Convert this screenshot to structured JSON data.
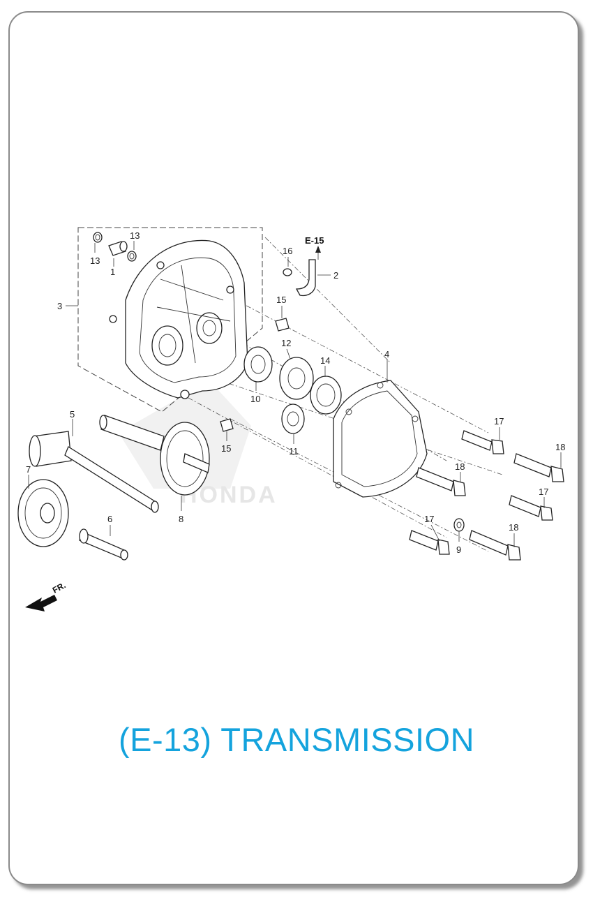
{
  "diagram": {
    "title": "(E-13) TRANSMISSION",
    "reference_label": "E-15",
    "front_label": "FR.",
    "watermark": "HONDA",
    "accent_color": "#14a3dd",
    "callouts": [
      "1",
      "2",
      "3",
      "4",
      "5",
      "6",
      "7",
      "8",
      "9",
      "10",
      "11",
      "12",
      "13",
      "13",
      "14",
      "15",
      "15",
      "16",
      "17",
      "17",
      "17",
      "18",
      "18",
      "18"
    ]
  }
}
